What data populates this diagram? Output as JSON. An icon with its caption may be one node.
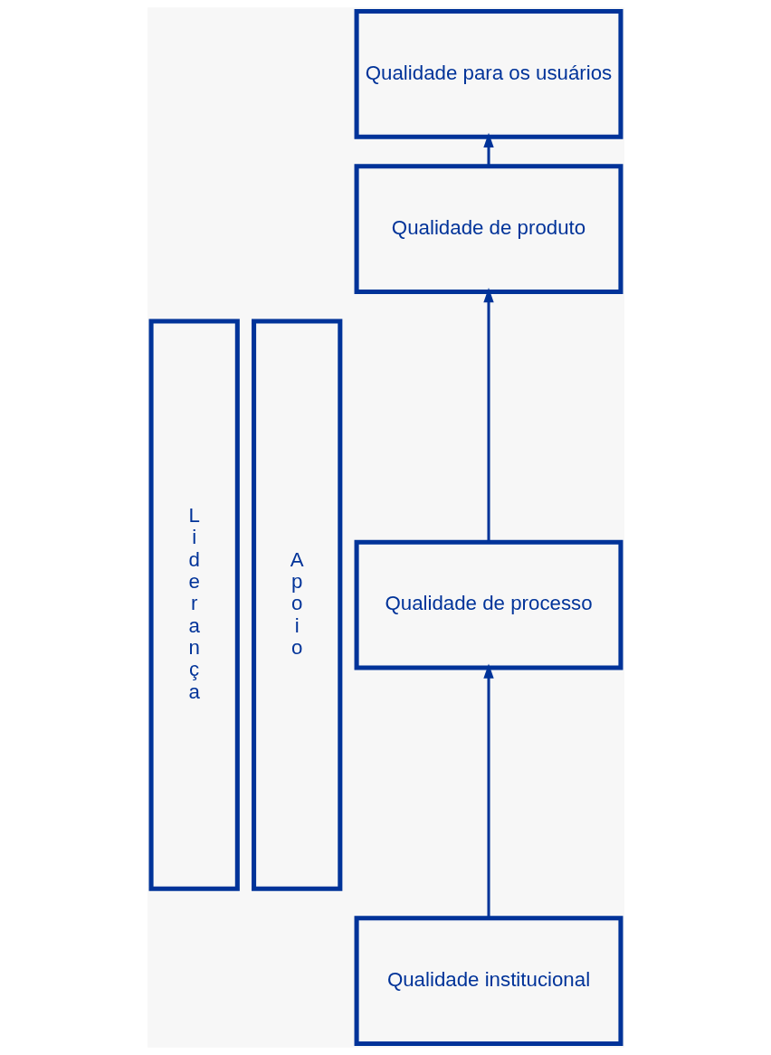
{
  "diagram": {
    "nodes": [
      {
        "text": [
          "Liderança"
        ]
      },
      {
        "text": [
          "Apoio"
        ]
      },
      {
        "text": [
          "Qualidade para os usuários"
        ]
      },
      {
        "text": [
          "Qualidade de produto"
        ]
      },
      {
        "text": [
          "Qualidade de processo"
        ]
      },
      {
        "text": [
          "Qualidade institucional"
        ]
      }
    ],
    "edges": [
      {
        "from": 5,
        "to": 4,
        "arrow": "to"
      },
      {
        "from": 4,
        "to": 3,
        "arrow": "to"
      },
      {
        "from": 3,
        "to": 2,
        "arrow": "to"
      }
    ]
  }
}
